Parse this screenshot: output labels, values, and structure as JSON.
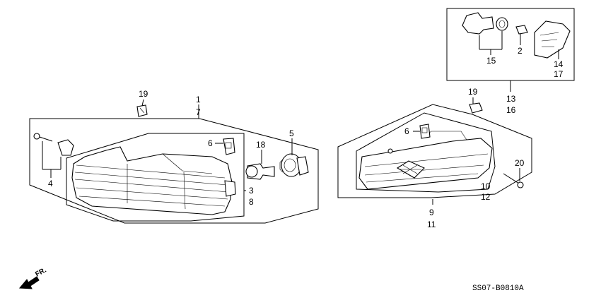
{
  "callouts": {
    "c1": "1",
    "c7": "7",
    "c19a": "19",
    "c6a": "6",
    "c18": "18",
    "c5": "5",
    "c4": "4",
    "c3": "3",
    "c8": "8",
    "c19b": "19",
    "c6b": "6",
    "c20": "20",
    "c10": "10",
    "c12": "12",
    "c9": "9",
    "c11": "11",
    "c15": "15",
    "c2": "2",
    "c14": "14",
    "c17": "17",
    "c13": "13",
    "c16": "16"
  },
  "direction_label": "FR.",
  "diagram_code": "SS07-B0810A"
}
